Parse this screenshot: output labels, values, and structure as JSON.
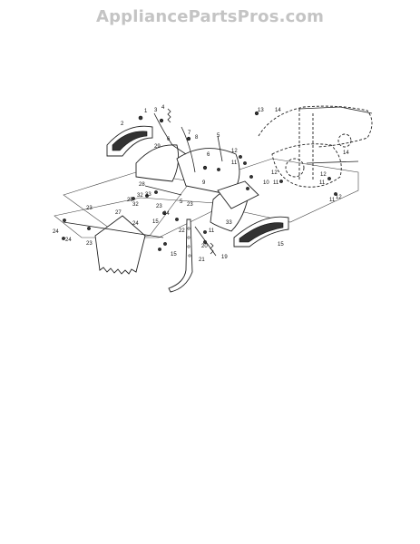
{
  "watermark": "AppliancePartsPros.com",
  "callouts": [
    "1",
    "2",
    "3",
    "4",
    "5",
    "6",
    "7",
    "8",
    "9",
    "10",
    "11",
    "12",
    "13",
    "14",
    "15",
    "19",
    "20",
    "21",
    "22",
    "23",
    "24",
    "25",
    "27",
    "28",
    "29",
    "32",
    "33"
  ]
}
